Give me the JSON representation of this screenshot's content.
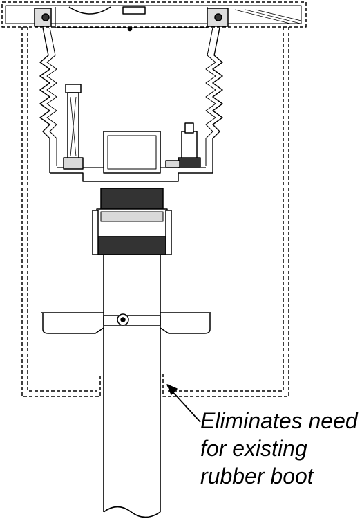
{
  "callout": {
    "lines": [
      "Eliminates need",
      "for existing",
      "rubber boot"
    ]
  },
  "colors": {
    "stroke": "#000000",
    "fill": "#ffffff",
    "shade": "#d9d9d9",
    "dark": "#333333"
  }
}
